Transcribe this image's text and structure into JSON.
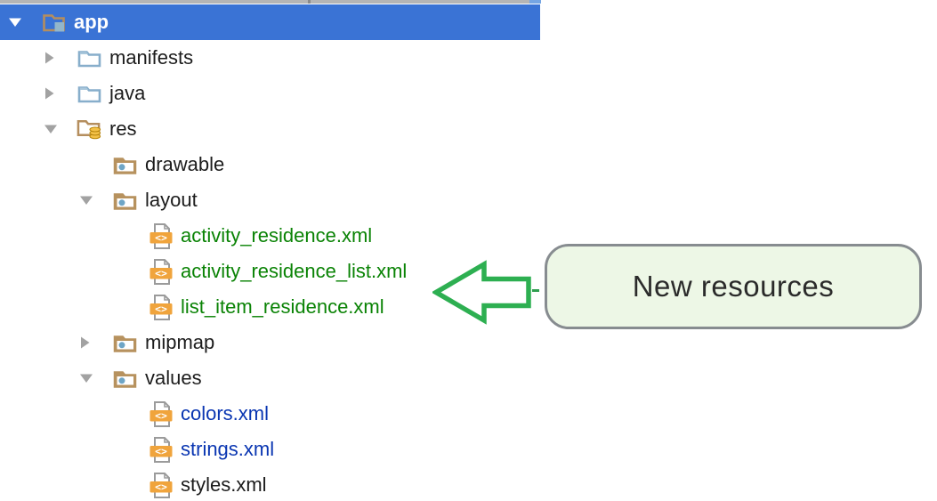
{
  "tree": {
    "rows": [
      {
        "label": "app",
        "level": 0,
        "expand": "expanded",
        "icon": "module-folder",
        "status": "default",
        "selected": true
      },
      {
        "label": "manifests",
        "level": 1,
        "expand": "collapsed",
        "icon": "blue-folder",
        "status": "default"
      },
      {
        "label": "java",
        "level": 1,
        "expand": "collapsed",
        "icon": "blue-folder",
        "status": "default"
      },
      {
        "label": "res",
        "level": 1,
        "expand": "expanded",
        "icon": "res-folder",
        "status": "default"
      },
      {
        "label": "drawable",
        "level": 2,
        "expand": "none",
        "icon": "resource-folder",
        "status": "default"
      },
      {
        "label": "layout",
        "level": 2,
        "expand": "expanded",
        "icon": "resource-folder",
        "status": "default"
      },
      {
        "label": "activity_residence.xml",
        "level": 3,
        "expand": "none",
        "icon": "xml-file",
        "status": "added"
      },
      {
        "label": "activity_residence_list.xml",
        "level": 3,
        "expand": "none",
        "icon": "xml-file",
        "status": "added"
      },
      {
        "label": "list_item_residence.xml",
        "level": 3,
        "expand": "none",
        "icon": "xml-file",
        "status": "added"
      },
      {
        "label": "mipmap",
        "level": 2,
        "expand": "collapsed",
        "icon": "resource-folder",
        "status": "default"
      },
      {
        "label": "values",
        "level": 2,
        "expand": "expanded",
        "icon": "resource-folder",
        "status": "default"
      },
      {
        "label": "colors.xml",
        "level": 3,
        "expand": "none",
        "icon": "xml-file",
        "status": "modified"
      },
      {
        "label": "strings.xml",
        "level": 3,
        "expand": "none",
        "icon": "xml-file",
        "status": "modified"
      },
      {
        "label": "styles.xml",
        "level": 3,
        "expand": "none",
        "icon": "xml-file",
        "status": "default"
      }
    ]
  },
  "annotation": {
    "callout_label": "New resources",
    "arrow_color": "#2daf51",
    "callout_bg": "#edf7e6",
    "callout_border": "#878c90"
  },
  "colors": {
    "selection_bg": "#3a73d5",
    "selected_text": "#ffffff",
    "default_text": "#1c1c1c",
    "added_file_text": "#0a8305",
    "modified_file_text": "#0a36b2",
    "twisty_gray": "#a2a2a2",
    "folder_tan": "#b58e5e",
    "folder_blue": "#87aecb",
    "xml_band_orange": "#f0a43c"
  }
}
